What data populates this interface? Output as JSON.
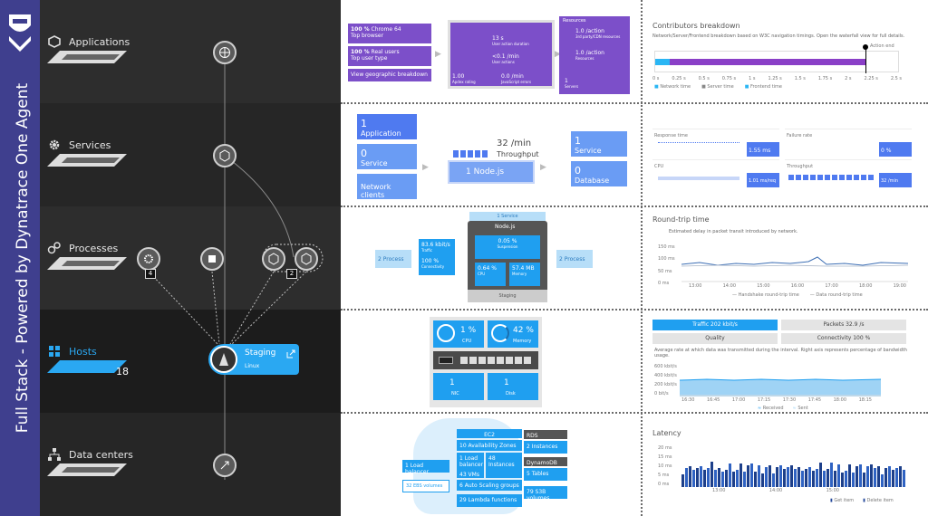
{
  "sidebar": {
    "title": "Full Stack - Powered by Dynatrace One Agent",
    "levels": [
      {
        "label": "Applications",
        "icon": "applications-icon"
      },
      {
        "label": "Services",
        "icon": "gear-icon"
      },
      {
        "label": "Processes",
        "icon": "processes-icon"
      },
      {
        "label": "Hosts",
        "icon": "hosts-icon",
        "count": "18"
      },
      {
        "label": "Data centers",
        "icon": "datacenter-icon"
      }
    ],
    "process_badges": [
      "4",
      "2"
    ],
    "host_card": {
      "name": "Staging",
      "os": "Linux"
    }
  },
  "applications_panel": {
    "boxes": [
      {
        "value": "100 %",
        "text": "Chrome 64",
        "sub": "Top browser"
      },
      {
        "value": "100 %",
        "text": "Real users",
        "sub": "Top user type"
      },
      {
        "text": "View geographic breakdown"
      }
    ],
    "metrics": [
      {
        "value": "13 s",
        "label": "User action duration"
      },
      {
        "value": "<0.1 /min",
        "label": "User actions"
      },
      {
        "value": "1.00",
        "label": "Apdex rating"
      },
      {
        "value": "0.0 /min",
        "label": "JavaScript errors"
      }
    ],
    "resources": {
      "header": "Resources",
      "items": [
        {
          "value": "1.0 /action",
          "label": "3rd party/CDN resources"
        },
        {
          "value": "1.0 /action",
          "label": "Resources"
        },
        {
          "value": "1",
          "label": "Servers"
        }
      ]
    }
  },
  "contributors": {
    "title": "Contributors breakdown",
    "subtitle": "Network/Server/Frontend breakdown based on W3C navigation timings. Open the waterfall view for full details.",
    "marker": "Action end",
    "ticks": [
      "0 s",
      "0.25 s",
      "0.5 s",
      "0.75 s",
      "1 s",
      "1.25 s",
      "1.5 s",
      "1.75 s",
      "2 s",
      "2.25 s",
      "2.5 s"
    ],
    "legend": [
      "Network time",
      "Server time",
      "Frontend time"
    ],
    "colors": {
      "network": "#2ab6f4",
      "server": "#888888",
      "frontend": "#8a3fc7"
    }
  },
  "services_panel": {
    "left": [
      {
        "value": "1",
        "label": "Application"
      },
      {
        "value": "0",
        "label": "Service"
      },
      {
        "value": "",
        "label": "Network clients"
      }
    ],
    "throughput_value": "32 /min",
    "throughput_label": "Throughput",
    "service_node": "1 Node.js",
    "right": [
      {
        "value": "1",
        "label": "Service"
      },
      {
        "value": "0",
        "label": "Database"
      }
    ]
  },
  "service_metrics": [
    {
      "label": "Response time",
      "value": "1.55 ms"
    },
    {
      "label": "Failure rate",
      "value": "0 %"
    },
    {
      "label": "CPU",
      "value": "1.01 ms/req"
    },
    {
      "label": "Throughput",
      "value": "32 /min"
    }
  ],
  "process_panel": {
    "left": "2 Process",
    "traffic": {
      "value": "83.6 kbit/s",
      "label": "Traffic"
    },
    "conn": {
      "value": "100 %",
      "label": "Connectivity"
    },
    "top": "1 Service",
    "title": "Node.js",
    "suspension": {
      "value": "0.05 %",
      "label": "Suspension"
    },
    "cpu": {
      "value": "0.64 %",
      "label": "CPU"
    },
    "memory": {
      "value": "57.4 MB",
      "label": "Memory"
    },
    "bottom": "Staging",
    "right": "2 Process"
  },
  "roundtrip": {
    "title": "Round-trip time",
    "subtitle": "Estimated delay in packet transit introduced by network.",
    "y": [
      "150 ms",
      "100 ms",
      "50 ms",
      "0 ms"
    ],
    "x": [
      "13:00",
      "14:00",
      "15:00",
      "16:00",
      "17:00",
      "18:00",
      "19:00"
    ],
    "legend": [
      "Handshake round-trip time",
      "Data round-trip time"
    ]
  },
  "host_panel": {
    "cpu": {
      "value": "1 %",
      "label": "CPU"
    },
    "memory": {
      "value": "42 %",
      "label": "Memory"
    },
    "nic": {
      "value": "1",
      "label": "NIC"
    },
    "disk": {
      "value": "1",
      "label": "Disk"
    }
  },
  "network": {
    "tabs": [
      "Traffic 202 kbit/s",
      "Packets 32.9 /s",
      "Quality",
      "Connectivity 100 %"
    ],
    "desc": "Average rate at which data was transmitted during the interval. Right axis represents percentage of bandwidth usage.",
    "y": [
      "600 kbit/s",
      "400 kbit/s",
      "200 kbit/s",
      "0 bit/s"
    ],
    "x": [
      "16:30",
      "16:45",
      "17:00",
      "17:15",
      "17:30",
      "17:45",
      "18:00",
      "18:15"
    ],
    "legend": [
      "Received",
      "Sent"
    ]
  },
  "aws_panel": {
    "ec2": "EC2",
    "avail": "10 Availability Zones",
    "lb": "1 Load balancer",
    "vms": "43 VMs",
    "inst": "48 Instances",
    "asg": "6 Auto Scaling groups",
    "lambda": "29 Lambda functions",
    "lb_left": "1 Load balancer",
    "ebs": "32 EBS volumes",
    "rds": "RDS",
    "rds_inst": "2 Instances",
    "dynamo": "DynamoDB",
    "tables": "5 Tables",
    "s3": "79 S3B volumes"
  },
  "latency": {
    "title": "Latency",
    "y": [
      "20 ms",
      "15 ms",
      "10 ms",
      "5 ms",
      "0 ms"
    ],
    "x": [
      "13:00",
      "14:00",
      "15:00"
    ],
    "legend": [
      "Get item",
      "Delete item"
    ]
  },
  "accent": "#2aa8f2"
}
